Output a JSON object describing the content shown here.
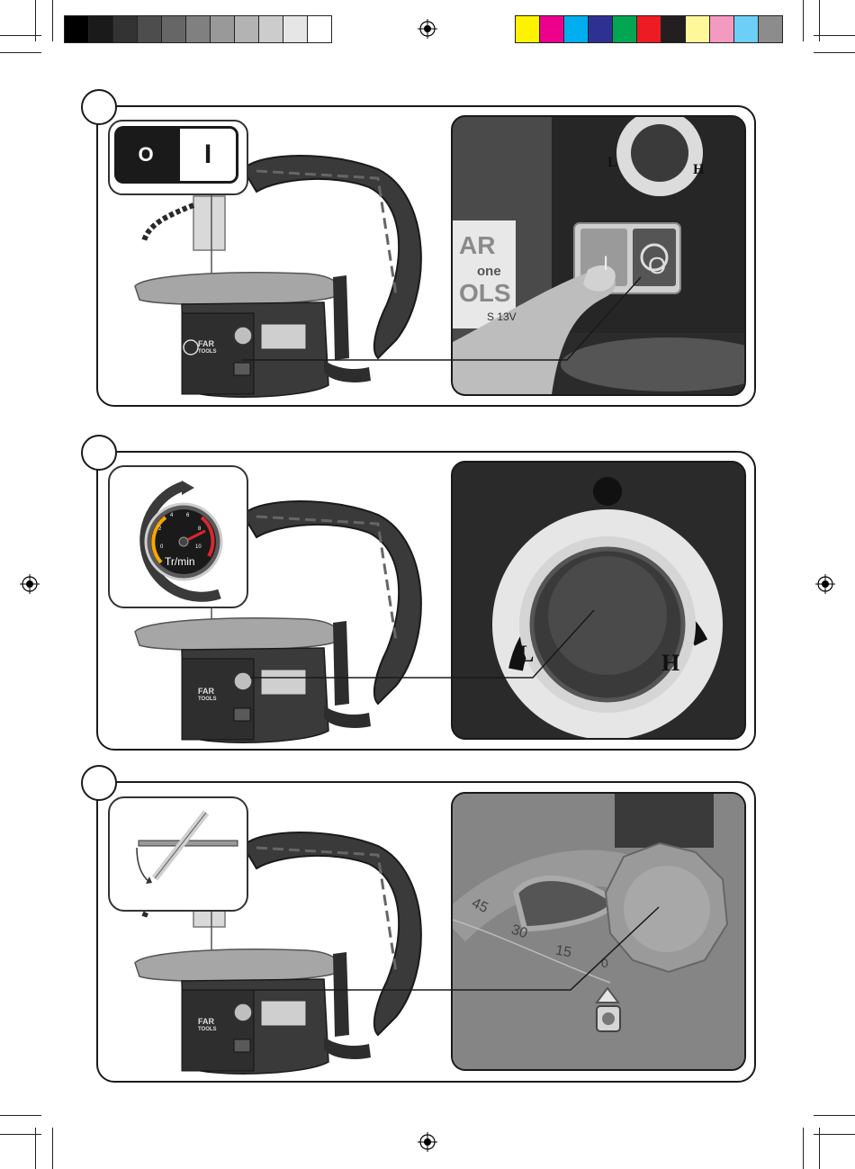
{
  "colors": {
    "gray_bar": [
      "#000000",
      "#1a1a1a",
      "#333333",
      "#4d4d4d",
      "#666666",
      "#808080",
      "#999999",
      "#b3b3b3",
      "#cccccc",
      "#e6e6e6",
      "#ffffff"
    ],
    "cmyk_bar": [
      "#fff200",
      "#ec008c",
      "#00aeef",
      "#2e3192",
      "#00a651",
      "#ed1c24",
      "#231f20",
      "#fff799",
      "#f49ac1",
      "#6dcff6",
      "#8c8c8c"
    ]
  },
  "panel1": {
    "switch_off_label": "O",
    "switch_on_label": "I",
    "brand_far": "AR",
    "brand_one": "one",
    "brand_tools": "OLS",
    "model": "S 13V",
    "dial_low": "L",
    "dial_high": "H",
    "switch_photo_off": "O",
    "switch_photo_on": "I"
  },
  "panel2": {
    "gauge_unit": "Tr/min",
    "gauge_ticks": [
      "0",
      "2",
      "4",
      "6",
      "8",
      "10"
    ],
    "dial_low": "L",
    "dial_high": "H"
  },
  "panel3": {
    "scale_labels": [
      "45",
      "30",
      "15",
      "0"
    ]
  },
  "machine": {
    "logo_far": "FAR",
    "logo_tools": "TOOLS"
  }
}
